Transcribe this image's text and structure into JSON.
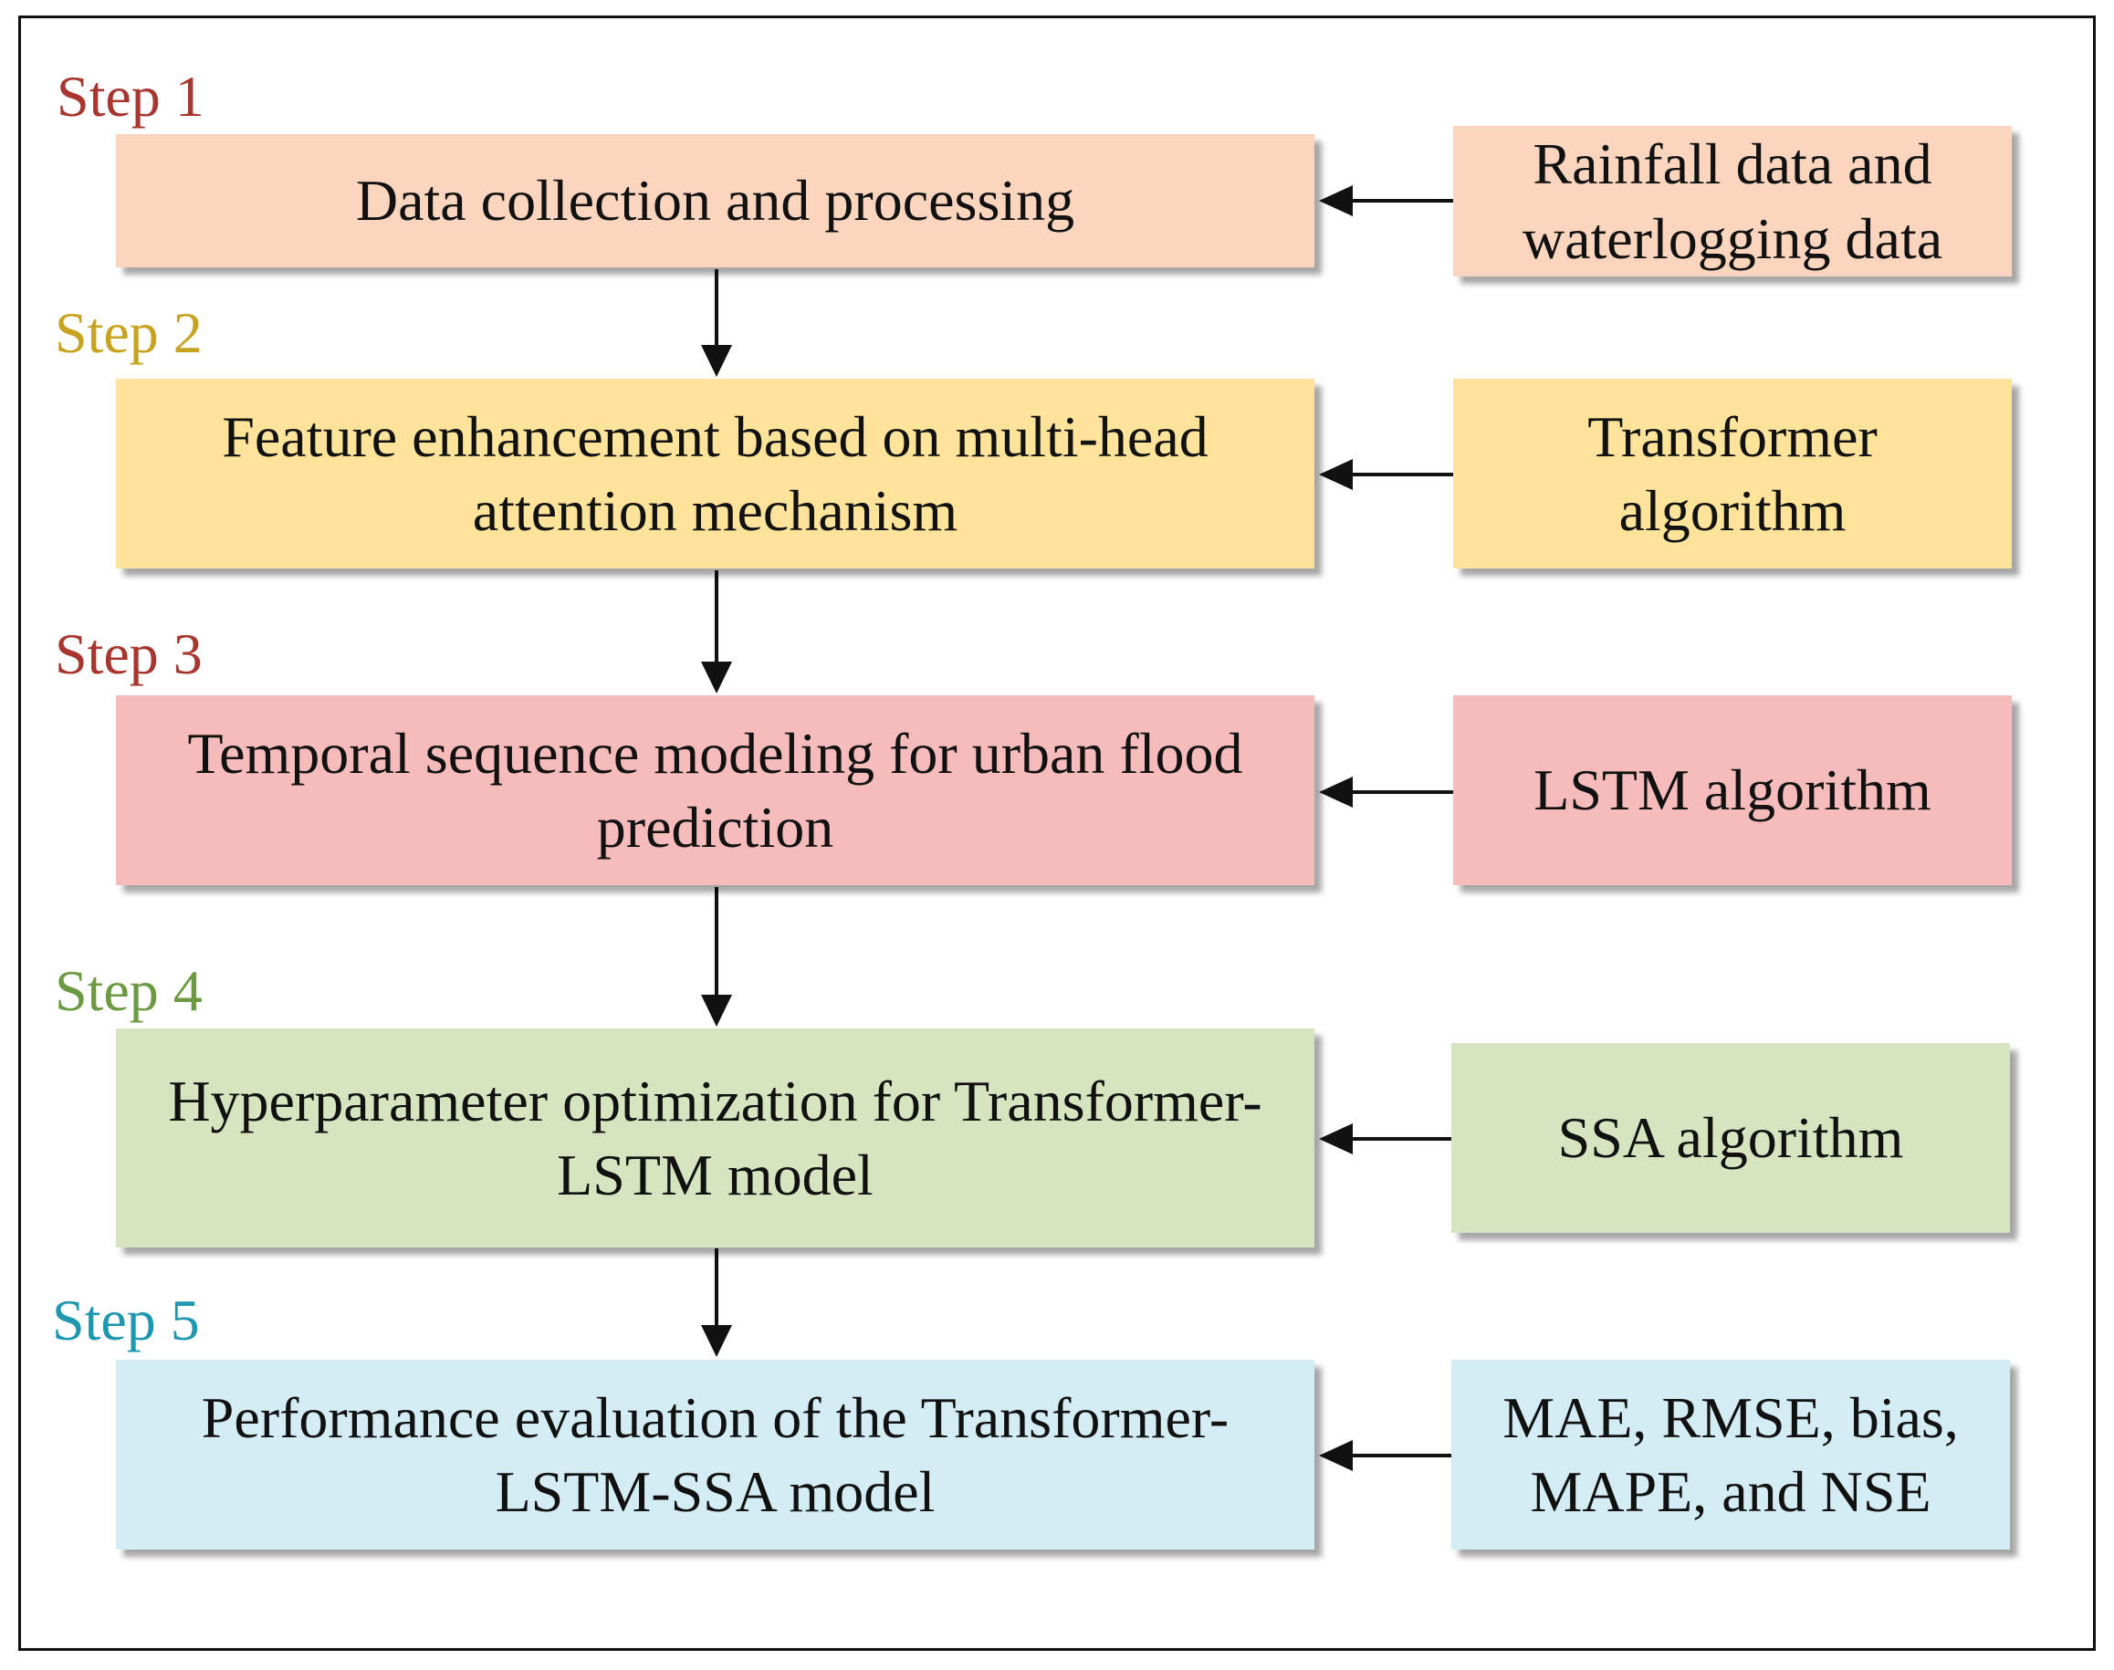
{
  "steps": [
    {
      "label": "Step 1",
      "label_color": "#a8362f",
      "main": "Data collection and processing",
      "side": "Rainfall data and waterlogging data",
      "fill": "#fbd5be"
    },
    {
      "label": "Step 2",
      "label_color": "#c7a31f",
      "main": "Feature enhancement based on multi-head attention mechanism",
      "side": "Transformer algorithm",
      "fill": "#fde49a"
    },
    {
      "label": "Step 3",
      "label_color": "#a8362f",
      "main": "Temporal sequence modeling for urban flood prediction",
      "side": "LSTM algorithm",
      "fill": "#f5bcbb"
    },
    {
      "label": "Step 4",
      "label_color": "#6c9a43",
      "main": "Hyperparameter optimization for Transformer-LSTM model",
      "side": "SSA algorithm",
      "fill": "#d6e4bf"
    },
    {
      "label": "Step 5",
      "label_color": "#1e98b0",
      "main": "Performance evaluation of the Transformer-LSTM-SSA model",
      "side": "MAE, RMSE, bias, MAPE, and NSE",
      "fill": "#d4ecf4"
    }
  ]
}
